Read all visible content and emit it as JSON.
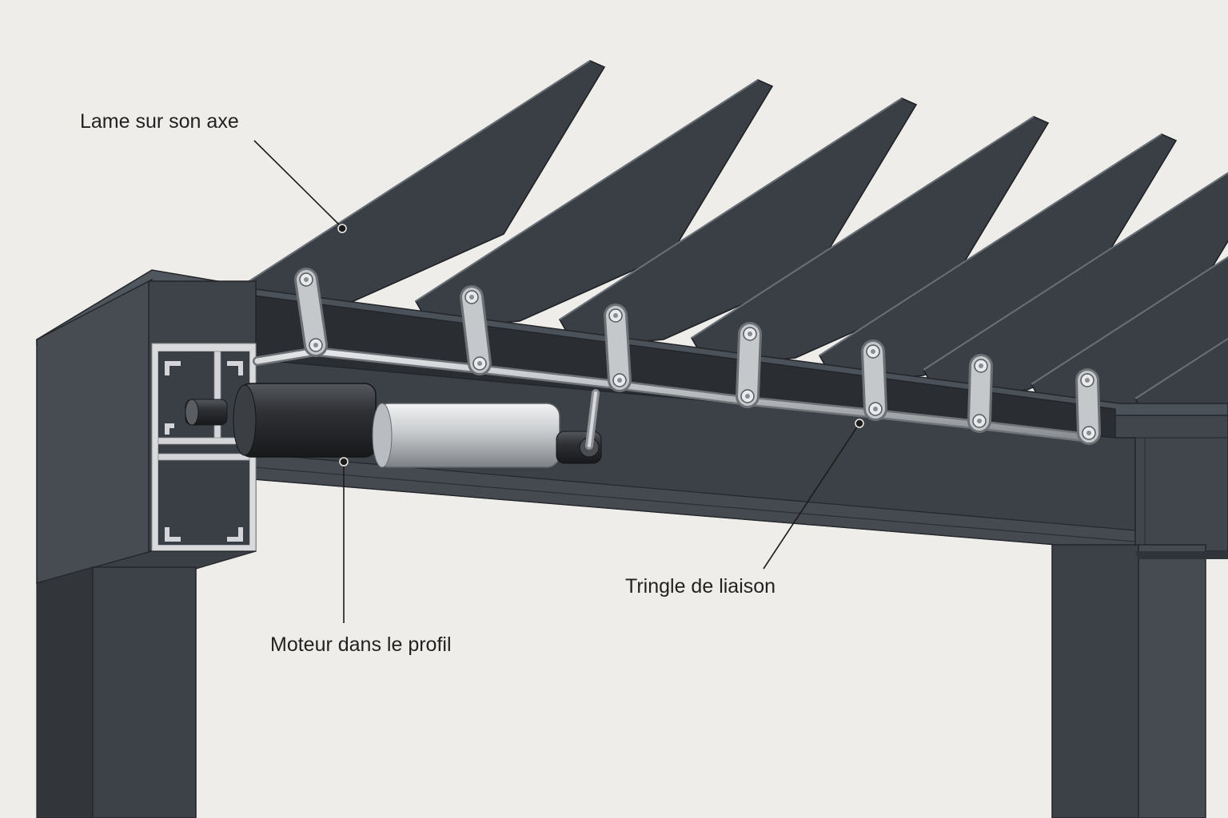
{
  "labels": {
    "blade": "Lame sur son axe",
    "motor": "Moteur dans le profil",
    "rod": "Tringle de liaison"
  },
  "colors": {
    "background": "#efede9",
    "frame": "#3b4046",
    "frame_light": "#4a5057",
    "frame_dark": "#2c3035",
    "blade": "#3a3f45",
    "metal": "#c9ccd0",
    "motor_dark": "#2d2f33",
    "motor_silver": "#d5d7da",
    "leader": "#1c1c1c"
  },
  "blade_count": 8
}
